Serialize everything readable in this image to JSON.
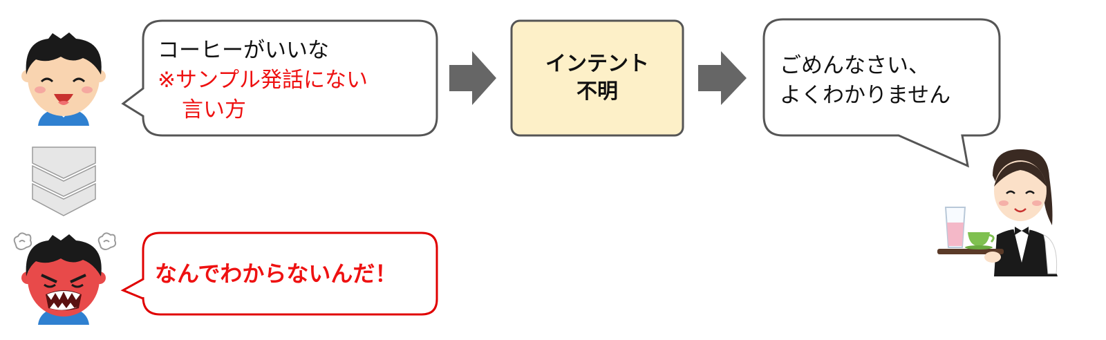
{
  "colors": {
    "bubble_border": "#555555",
    "angry_border": "#e00000",
    "box_fill": "#fdf0c8",
    "arrow_fill": "#666666",
    "chevron_fill": "#e6e6e6",
    "red_text": "#ee1111"
  },
  "user_bubble": {
    "line1": "コーヒーがいいな",
    "note_line1": "※サンプル発話にない",
    "note_line2": "言い方"
  },
  "intent_box": {
    "line1": "インテント",
    "line2": "不明"
  },
  "staff_bubble": {
    "line1": "ごめんなさい、",
    "line2": "よくわかりません"
  },
  "angry_bubble": {
    "text": "なんでわからないんだ！"
  },
  "icons": [
    "smiling-boy-icon",
    "angry-boy-icon",
    "waitress-icon",
    "right-arrow-icon",
    "down-chevron-icon"
  ]
}
